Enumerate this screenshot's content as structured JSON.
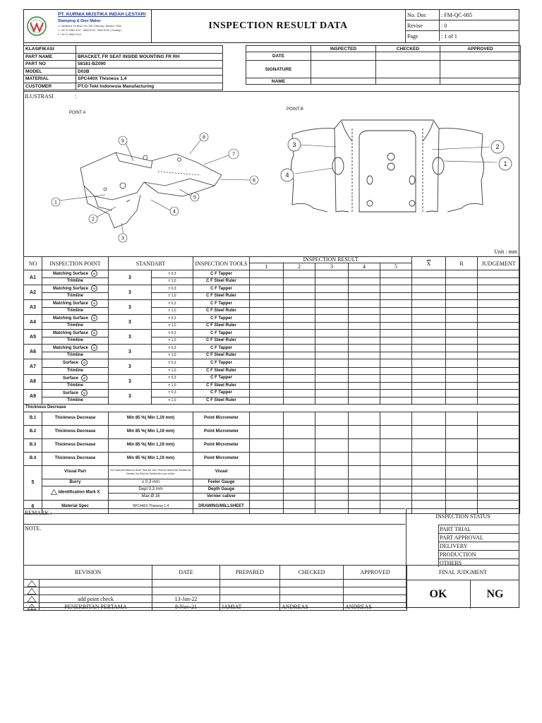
{
  "header": {
    "company": "PT. KURNIA MUSTIKA INDAH LESTARI",
    "tagline": "Stamping & Dies Maker",
    "address1": "Jl. Jababeka XII Blok J No.12E Cikarang - Bekasi 17530",
    "address2": "T. +62 21 8983 6747 , 8983 6749 , 8983 6750 ( Hunting )",
    "address3": "F. +62 21 8983 3144",
    "title": "INSPECTION RESULT DATA",
    "doc_rows": [
      {
        "label": "No. Doc",
        "value": ": FM-QC-005"
      },
      {
        "label": "Revise",
        "value": ": 0"
      },
      {
        "label": "Page",
        "value": ": 1 of 1"
      }
    ]
  },
  "info": {
    "rows": [
      {
        "label": "KLASIFIKASI",
        "value": ""
      },
      {
        "label": "PART NAME",
        "value": "BRACKET, FR SEAT INSIDE MOUNTING FR RH"
      },
      {
        "label": "PART NO",
        "value": "58181-BZ090"
      },
      {
        "label": "MODEL",
        "value": "D03B"
      },
      {
        "label": "MATERIAL",
        "value": "SPC440X Thisness 1,4"
      },
      {
        "label": "CUSTOMER",
        "value": "PT.G-Tekt Indonesia Manufacturing"
      }
    ],
    "approval_cols": [
      "INSPECTED",
      "CHECKED",
      "APPROVED"
    ],
    "approval_rows": [
      "DATE",
      "SIGNATURE",
      "NAME"
    ]
  },
  "illustration": {
    "label": "ILUSTRASI",
    "colon": ":",
    "point_a": "POINT A",
    "point_b": "POINT B",
    "unit": "Unit  :  mm",
    "a_numbers": [
      "1",
      "2",
      "3",
      "4",
      "5",
      "6",
      "7",
      "8",
      "9"
    ],
    "b_numbers": [
      "1",
      "2",
      "3",
      "4"
    ]
  },
  "table": {
    "headers": {
      "no": "NO",
      "point": "INSPECTION  POINT",
      "standart": "STANDART",
      "tools": "INSPECTION TOOLS",
      "result": "INSPECTION RESULT",
      "cols": [
        "1",
        "2",
        "3",
        "4",
        "5"
      ],
      "xbar": "X",
      "r": "R",
      "judgement": "JUDGEMENT"
    },
    "a_rows": [
      {
        "no": "A1",
        "p1": "Matching Surface",
        "p2": "Trimline",
        "std": "3",
        "t1": "± 0,3",
        "t2": "± 1,0",
        "tool1": "C F Tapper",
        "tool2": "C F Steel Ruler",
        "mark": true
      },
      {
        "no": "A2",
        "p1": "Matching Surface",
        "p2": "Trimline",
        "std": "3",
        "t1": "± 0,3",
        "t2": "± 1,0",
        "tool1": "C F Tapper",
        "tool2": "C F Steel Ruler",
        "mark": true
      },
      {
        "no": "A3",
        "p1": "Matching Surface",
        "p2": "Trimline",
        "std": "3",
        "t1": "± 0,3",
        "t2": "± 1,0",
        "tool1": "C F Tapper",
        "tool2": "C F Steel Ruler",
        "mark": true
      },
      {
        "no": "A4",
        "p1": "Matching Surface",
        "p2": "Trimline",
        "std": "3",
        "t1": "± 0,3",
        "t2": "± 1,0",
        "tool1": "C F Tapper",
        "tool2": "C F Steel Ruler",
        "mark": true
      },
      {
        "no": "A5",
        "p1": "Matching Surface",
        "p2": "Trimline",
        "std": "3",
        "t1": "± 0,3",
        "t2": "± 1,0",
        "tool1": "C F Tapper",
        "tool2": "C F Steel Ruler",
        "mark": true
      },
      {
        "no": "A6",
        "p1": "Matching Surface",
        "p2": "Trimline",
        "std": "3",
        "t1": "± 0,3",
        "t2": "± 1,0",
        "tool1": "C F Tapper",
        "tool2": "C F Steel Ruler",
        "mark": true
      },
      {
        "no": "A7",
        "p1": "Surface",
        "p2": "Trimline",
        "std": "3",
        "t1": "± 0,3",
        "t2": "± 1,0",
        "tool1": "C F Tapper",
        "tool2": "C F Steel Ruler",
        "mark": true
      },
      {
        "no": "A8",
        "p1": "Surface",
        "p2": "Trimline",
        "std": "3",
        "t1": "± 0,3",
        "t2": "± 1,0",
        "tool1": "C F Tapper",
        "tool2": "C F Steel Ruler",
        "mark": true
      },
      {
        "no": "A9",
        "p1": "Surface",
        "p2": "Trimline",
        "std": "3",
        "t1": "± 0,3",
        "t2": "± 1,0",
        "tool1": "C F Tapper",
        "tool2": "C F Steel Ruler",
        "mark": true
      }
    ],
    "circle_mark": "G",
    "section_label": "Thickness Decrease",
    "b_rows": [
      {
        "no": "B.1",
        "point": "Thickness Decrease",
        "std": "Min 85 %( Min 1,19 mm)",
        "tool": "Point Micrometer"
      },
      {
        "no": "B.2",
        "point": "Thickness Decrease",
        "std": "Min 85 %( Min 1,19 mm)",
        "tool": "Point Micrometer"
      },
      {
        "no": "B.3",
        "point": "Thickness Decrease",
        "std": "Min 85 %( Min 1,19 mm)",
        "tool": "Point Micrometer"
      },
      {
        "no": "B.4",
        "point": "Thickness Decrease",
        "std": "Min 85 %( Min 1,19 mm)",
        "tool": "Point Micrometer"
      }
    ],
    "row5": {
      "no": "5",
      "visual_point": "Visual Part",
      "visual_std": "No Crack,No Neck,No Short Time,No over Time,No Shrink,No Scratch,No Dented, No Rust,No Deform,No Loss of burr",
      "visual_tool": "Visual",
      "burry_point": "Burry",
      "burry_std": "≤ 0,3 mm",
      "burry_tool": "Feeler Gauge",
      "id_point": "Identification Mark X",
      "id_std1": "Dept 0,3 mm",
      "id_tool1": "Depth Gauge",
      "id_std2": "Max Ø 16",
      "id_tool2": "Vernier caliver"
    },
    "row6": {
      "no": "6",
      "point": "Material Spec",
      "std": "SPC440X Thisness 1,4",
      "tool": "DRAWING/MILLSHEET"
    }
  },
  "remark": {
    "label": "REMARK :",
    "note": "NOTE."
  },
  "status": {
    "title": "INSPECTION STATUS",
    "items": [
      "PART TRIAL",
      "PART APPROVAL",
      "DELIVERY",
      "PRODUCTION",
      "OTHERS"
    ],
    "final": "FINAL JUDGMENT",
    "ok": "OK",
    "ng": "NG"
  },
  "revision": {
    "headers": [
      "REVISION",
      "DATE",
      "PREPARED",
      "CHECKED",
      "APPROVED"
    ],
    "rows": [
      {
        "no": "",
        "desc": "",
        "date": "",
        "prep": "",
        "chk": "",
        "appr": ""
      },
      {
        "no": "",
        "desc": "",
        "date": "",
        "prep": "",
        "chk": "",
        "appr": ""
      },
      {
        "no": "",
        "desc": "add point check",
        "date": "13-Jan-22",
        "prep": "",
        "chk": "",
        "appr": ""
      },
      {
        "no": "0",
        "desc": "PENERBITAN PERTAMA",
        "date": "8-Nov-21",
        "prep": "JAMIAT",
        "chk": "ANDREAS",
        "appr": "ANDREAS"
      }
    ]
  }
}
